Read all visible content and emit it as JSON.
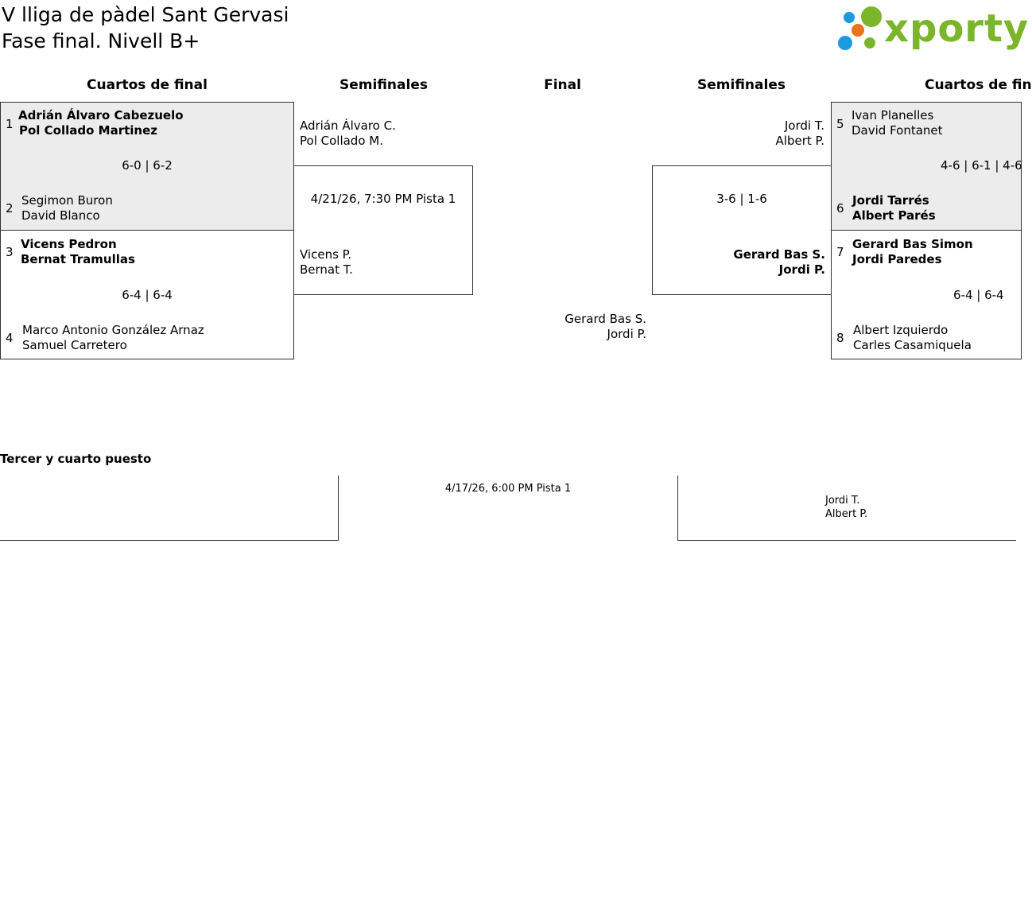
{
  "header": {
    "title": "V lliga de pàdel Sant Gervasi",
    "subtitle": "Fase final. Nivell B+",
    "logo_text": "xporty"
  },
  "columns": {
    "left_quarters": "Cuartos de final",
    "left_semis": "Semifinales",
    "final": "Final",
    "right_semis": "Semifinales",
    "right_quarters": "Cuartos de fin"
  },
  "quarters_left": [
    {
      "top_seed": "1",
      "top_p1": "Adrián Álvaro Cabezuelo",
      "top_p2": "Pol Collado Martinez",
      "score": "6-0 | 6-2",
      "bottom_seed": "2",
      "bottom_p1": "Segimon Buron",
      "bottom_p2": "David Blanco"
    },
    {
      "top_seed": "3",
      "top_p1": "Vicens Pedron",
      "top_p2": "Bernat Tramullas",
      "score": "6-4 | 6-4",
      "bottom_seed": "4",
      "bottom_p1": "Marco Antonio González Arnaz",
      "bottom_p2": "Samuel Carretero"
    }
  ],
  "quarters_right": [
    {
      "top_seed": "5",
      "top_p1": "Ivan Planelles",
      "top_p2": "David Fontanet",
      "score": "4-6 | 6-1 | 4-6",
      "bottom_seed": "6",
      "bottom_p1": "Jordi Tarrés",
      "bottom_p2": "Albert Parés"
    },
    {
      "top_seed": "7",
      "top_p1": "Gerard Bas Simon",
      "top_p2": "Jordi Paredes",
      "score": "6-4 | 6-4",
      "bottom_seed": "8",
      "bottom_p1": "Albert Izquierdo",
      "bottom_p2": "Carles Casamiquela"
    }
  ],
  "semi_left": {
    "top_p1": "Adrián Álvaro C.",
    "top_p2": "Pol Collado M.",
    "info": "4/21/26, 7:30 PM Pista 1",
    "bottom_p1": "Vicens P.",
    "bottom_p2": "Bernat T."
  },
  "semi_right": {
    "top_p1": "Jordi T.",
    "top_p2": "Albert P.",
    "score": "3-6 | 1-6",
    "bottom_p1": "Gerard Bas S.",
    "bottom_p2": "Jordi P."
  },
  "final": {
    "p1": "Gerard Bas S.",
    "p2": "Jordi P."
  },
  "third_place": {
    "label": "Tercer y cuarto puesto",
    "info": "4/17/26, 6:00 PM Pista 1",
    "p1": "Jordi T.",
    "p2": "Albert P."
  },
  "colors": {
    "logo_green": "#7ab52b",
    "logo_blue": "#1a9be0",
    "logo_orange": "#e8731d",
    "winner_bg": "#ececec"
  }
}
